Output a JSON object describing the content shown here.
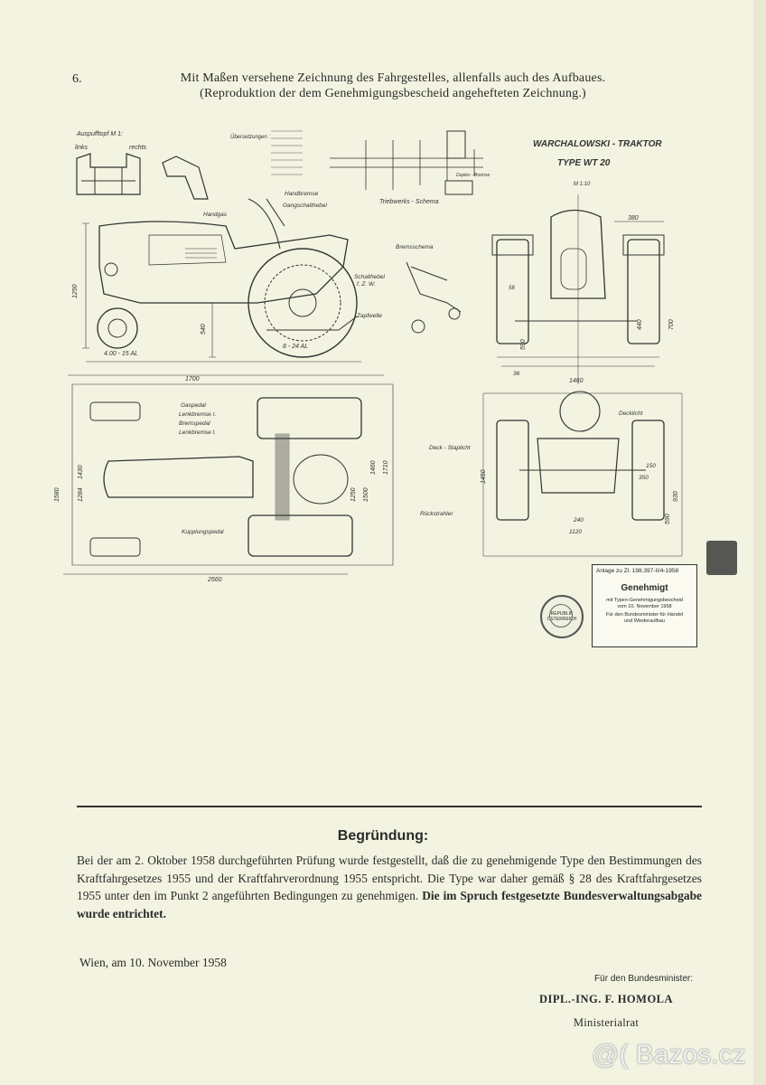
{
  "page": {
    "number": "6.",
    "heading_line1": "Mit Maßen versehene Zeichnung des Fahrgestelles, allenfalls auch des Aufbaues.",
    "heading_line2": "(Reproduktion der dem Genehmigungsbescheid angehefteten Zeichnung.)"
  },
  "drawing": {
    "title": "WARCHALOWSKI - TRAKTOR",
    "type": "TYPE   WT 20",
    "scale": "M 1:10",
    "labels": {
      "auspufftopf": "Auspufftopf   M 1:",
      "links": "links",
      "rechts": "rechts",
      "ubersetzungen": "Übersetzungen :",
      "triebwerk": "Triebwerks - Schema",
      "duplex": "Duplex - Bremse",
      "handbremse": "Handbremse",
      "gangschalthebel": "Gangschalthebel",
      "handgas": "Handgas",
      "bremsschema": "Bremsschema",
      "schalthebel": "Schalthebel",
      "fzw": "f. Z. W.",
      "zapfwelle": "Zapfwelle",
      "gaspedal": "Gaspedal",
      "lenkbremse_r": "Lenkbremse  r.",
      "bremspedal": "Bremspedal",
      "lenkbremse_l": "Lenkbremse  l.",
      "kupplungspedal": "Kupplungspedal",
      "deckscheinwerfer": "Deck - Staplicht",
      "decklicht": "Decklicht",
      "ruckstrahler": "Rückstrahler",
      "tire_front": "4.00 - 15 AL",
      "tire_rear": "8 - 24 AL"
    },
    "dimensions": {
      "d1250": "1250",
      "d540": "540",
      "d1700": "1700",
      "d380": "380",
      "d700": "700",
      "d440": "440",
      "d58": "58",
      "d590": "590",
      "d36": "36",
      "d1460": "1460",
      "d1580": "1580",
      "d1430": "1430",
      "d1284": "1284",
      "d1460b": "1460",
      "d1710": "1710",
      "d1500": "1500",
      "d1250b": "1250",
      "d2560": "2560",
      "d1450": "1450",
      "d150": "150",
      "d350": "350",
      "d240": "240",
      "d1120": "1120",
      "d590b": "590",
      "d930": "930"
    }
  },
  "approval_stamp": {
    "anlage": "Anlage zu Zl. 198.397-II/4-1958",
    "genehmigt": "Genehmigt",
    "mit": "mit Typen-Genehmigungsbescheid",
    "vom": "vom 10. November 1958",
    "fuer": "Für den Bundesminister für Handel",
    "und": "und Wiederaufbau"
  },
  "seal": {
    "text": "REPUBLIK ÖSTERREICH"
  },
  "begruendung": {
    "title": "Begründung:",
    "para1": "Bei der am 2. Oktober 1958 durchgeführten Prüfung wurde festgestellt, daß die zu genehmigende Type den Bestimmungen des Kraftfahrgesetzes 1955 und der Kraftfahrverordnung 1955 entspricht. Die Type war daher gemäß § 28 des Kraftfahrgesetzes 1955 unter den im Punkt 2 angeführten Bedingungen zu genehmigen.",
    "para2": "Die im Spruch festgesetzte Bundesverwaltungsabgabe wurde entrichtet."
  },
  "signature": {
    "place_date": "Wien, am 10. November 1958",
    "for": "Für den Bundesminister:",
    "name": "DIPL.-ING. F. HOMOLA",
    "title": "Ministerialrat"
  },
  "watermark": "@( Bazos.cz"
}
